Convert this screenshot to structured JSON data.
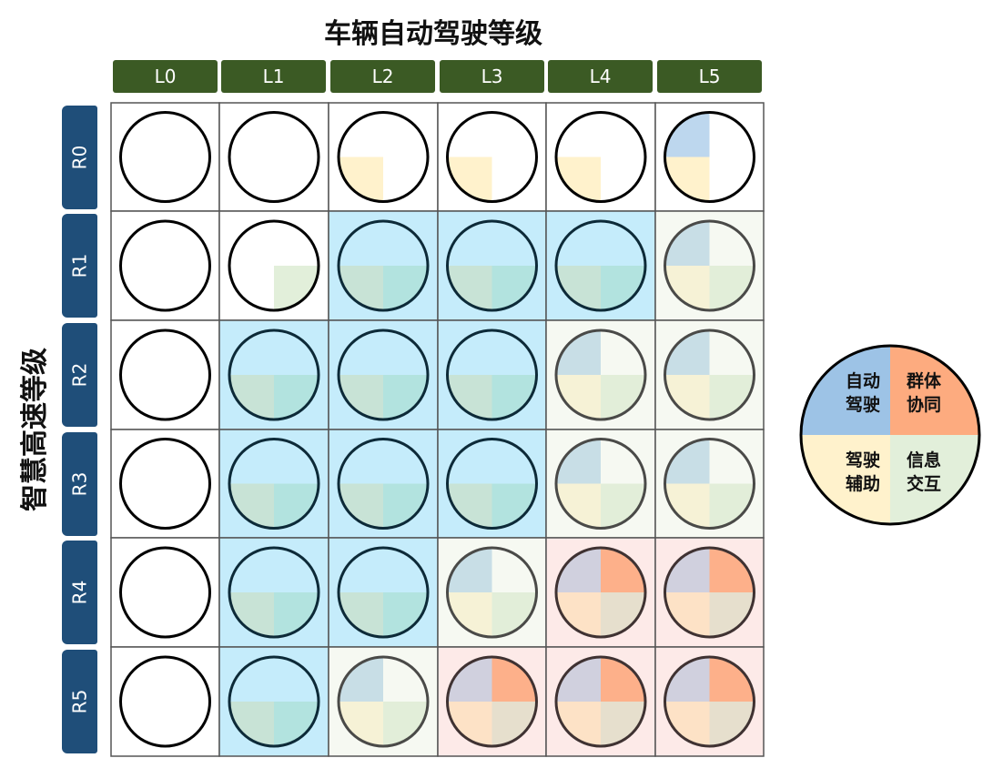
{
  "title": "车辆自动驾驶等级",
  "y_axis_label": "智慧高速等级",
  "columns": [
    "L0",
    "L1",
    "L2",
    "L3",
    "L4",
    "L5"
  ],
  "rows": [
    "R0",
    "R1",
    "R2",
    "R3",
    "R4",
    "R5"
  ],
  "grid": [
    [
      "empty",
      "empty",
      "assist",
      "assist",
      "assist",
      "assist_auto"
    ],
    [
      "empty",
      "info_only",
      "blue",
      "blue",
      "blue",
      "green"
    ],
    [
      "empty",
      "blue",
      "blue",
      "blue",
      "green",
      "green"
    ],
    [
      "empty",
      "blue",
      "blue",
      "blue",
      "green",
      "green"
    ],
    [
      "empty",
      "blue",
      "blue",
      "green",
      "pink",
      "pink"
    ],
    [
      "empty",
      "blue",
      "green",
      "pink",
      "pink",
      "pink"
    ]
  ],
  "legend": {
    "top_left": [
      "自动",
      "驾驶"
    ],
    "top_right": [
      "群体",
      "协同"
    ],
    "bottom_left": [
      "驾驶",
      "辅助"
    ],
    "bottom_right": [
      "信息",
      "交互"
    ],
    "colors": {
      "top_left": "#9dc3e6",
      "top_right": "#fdab7f",
      "bottom_left": "#fff2cc",
      "bottom_right": "#e2efda"
    }
  },
  "styles": {
    "empty": {
      "bg": "#ffffff",
      "stroke": "#000000",
      "q": [
        "#ffffff",
        "#ffffff",
        "#ffffff",
        "#ffffff"
      ]
    },
    "assist": {
      "bg": "#ffffff",
      "stroke": "#000000",
      "q": [
        "#ffffff",
        "#ffffff",
        "#fff2cc",
        "#ffffff"
      ]
    },
    "assist_auto": {
      "bg": "#ffffff",
      "stroke": "#000000",
      "q": [
        "#bdd7ee",
        "#ffffff",
        "#fff2cc",
        "#ffffff"
      ]
    },
    "info_only": {
      "bg": "#ffffff",
      "stroke": "#000000",
      "q": [
        "#ffffff",
        "#ffffff",
        "#ffffff",
        "#e2efda"
      ]
    },
    "blue": {
      "bg": "#c5ecfb",
      "stroke": "#0d2a38",
      "q": [
        "#c5ecfb",
        "#c5ecfb",
        "#c8e3d6",
        "#b2e3df"
      ]
    },
    "green": {
      "bg": "#f6f9f2",
      "stroke": "#4a4a48",
      "q": [
        "#c8dee6",
        "#f6f9f2",
        "#f6f2d6",
        "#e2eed9"
      ]
    },
    "pink": {
      "bg": "#fdeae8",
      "stroke": "#3f3232",
      "q": [
        "#d0d0de",
        "#fdb08a",
        "#fde2c6",
        "#e6dfcd"
      ]
    }
  }
}
